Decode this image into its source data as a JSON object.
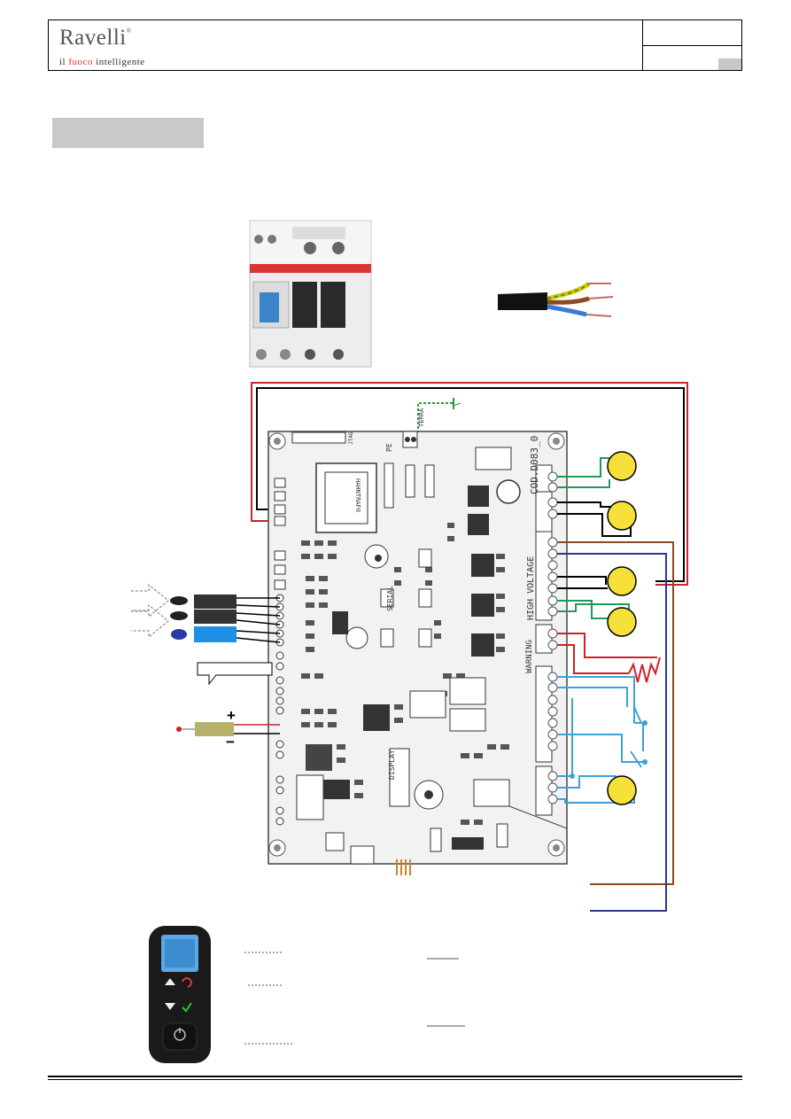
{
  "header": {
    "brand": "Ravelli",
    "registered": "®",
    "tagline_pre": "il ",
    "tagline_accent": "fuoco",
    "tagline_post": " intelligente"
  },
  "board": {
    "code_label": "COD.D083_0",
    "high_voltage_label": "HIGH VOLTAGE",
    "warning_label": "WARNING",
    "ground_label": "TERRA",
    "pe_label": "PE",
    "serial_label": "SERIAL",
    "display_label": "DISPLAY",
    "transformer_label": "HAHNTRAFO",
    "jtag_label": "JTAG",
    "plus_label": "+",
    "minus_label": "−"
  },
  "colors": {
    "red_wire": "#c0282d",
    "black_wire": "#000000",
    "green_wire": "#1f9a5a",
    "brown_wire": "#8b4a1f",
    "blue_wire": "#2b3a8f",
    "light_blue_wire": "#3aa3d6",
    "motor_fill": "#f5e13a",
    "probe_blue": "#1e90e6",
    "probe_black": "#222222",
    "sensor_fill": "#b5b16a"
  },
  "icons": {
    "breaker": "residual-current-breaker-icon",
    "cable": "power-cable-icon",
    "remote": "remote-control-icon"
  }
}
